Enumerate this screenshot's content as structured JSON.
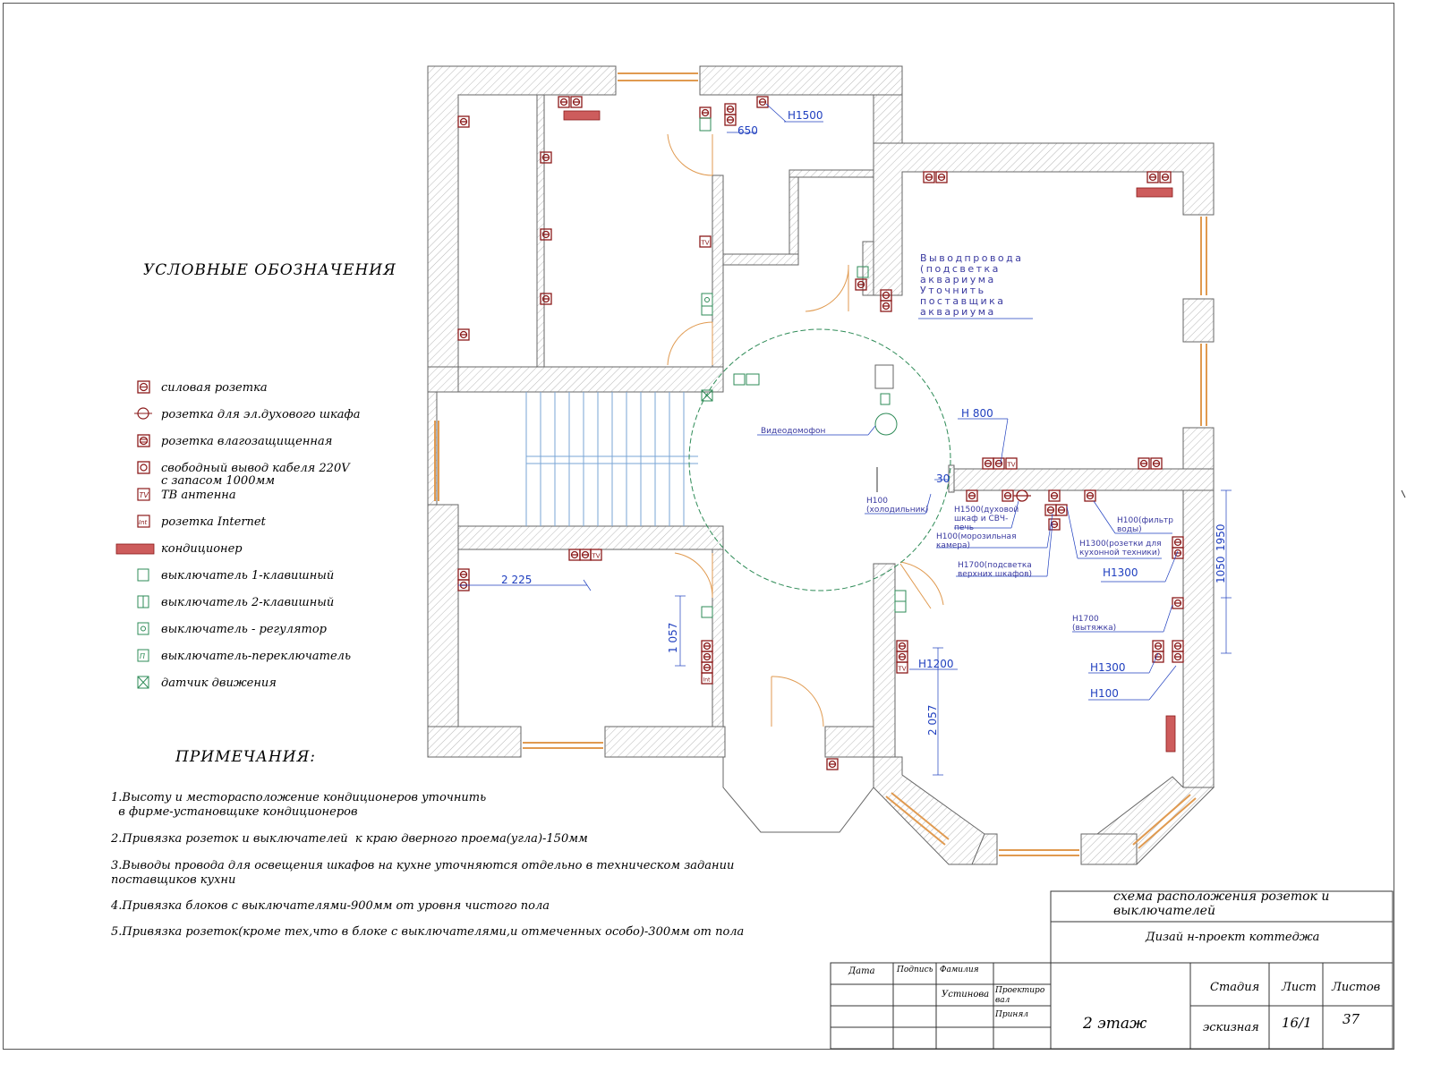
{
  "legend": {
    "title": "УСЛОВНЫЕ ОБОЗНАЧЕНИЯ",
    "items": [
      {
        "label": "силовая розетка",
        "icon": "power-socket-icon"
      },
      {
        "label": "розетка для эл.духового шкафа",
        "icon": "oven-socket-icon"
      },
      {
        "label": "розетка влагозащищенная",
        "icon": "waterproof-socket-icon"
      },
      {
        "label": "свободный  вывод кабеля 220V",
        "label2": "с запасом 1000мм",
        "icon": "cable-outlet-icon"
      },
      {
        "label": "ТВ антенна",
        "icon": "tv-antenna-icon"
      },
      {
        "label": "розетка Internet",
        "icon": "internet-socket-icon"
      },
      {
        "label": "кондиционер",
        "icon": "air-conditioner-icon"
      },
      {
        "label": "выключатель 1-клавишный",
        "icon": "switch-1-icon"
      },
      {
        "label": "выключатель 2-клавишный",
        "icon": "switch-2-icon"
      },
      {
        "label": "выключатель - регулятор",
        "icon": "dimmer-icon"
      },
      {
        "label": "выключатель-переключатель",
        "icon": "toggle-switch-icon"
      },
      {
        "label": "датчик движения",
        "icon": "motion-sensor-icon"
      }
    ]
  },
  "notes": {
    "title": "ПРИМЕЧАНИЯ:",
    "items": [
      "1.Высоту и месторасположение кондиционеров уточнить\n  в фирме-установщике кондиционеров",
      "2.Привязка розеток и выключателей  к краю дверного проема(угла)-150мм",
      "3.Выводы провода для освещения шкафов на кухне уточняются отдельно в техническом задании\nпоставщиков кухни",
      "4.Привязка блоков с выключателями-900мм от уровня чистого пола",
      "5.Привязка розеток(кроме тех,что в блоке с выключателями,и отмеченных особо)-300мм от пола"
    ]
  },
  "plan_labels": {
    "h1500_top": "Н1500",
    "dim_650": "650",
    "aquarium": [
      "Выводпровода",
      "(подсветка",
      "аквариума",
      "Уточнить",
      "поставщика",
      "аквариума"
    ],
    "intercom": "Видеодомофон",
    "h800": "Н 800",
    "dim_30": "30",
    "fridge": [
      "Н100",
      "(холодильник)"
    ],
    "oven": [
      "Н1500(духовой",
      "шкаф и СВЧ-",
      "печь"
    ],
    "freezer": [
      "Н100(морозильная",
      "камера)"
    ],
    "filter": [
      "Н100(фильтр",
      "воды)"
    ],
    "kitchen_sockets": [
      "Н1300(розетки для",
      "кухонной  техники)"
    ],
    "h1300_a": "Н1300",
    "upper_light": [
      "Н1700(подсветка",
      "верхних шкафов)"
    ],
    "hood": [
      "Н1700",
      "(вытяжка)"
    ],
    "dim_1050": "1050",
    "dim_1950": "1950",
    "h1200": "Н1200",
    "h1300_b": "Н1300",
    "h100": "Н100",
    "dim_2225": "2 225",
    "dim_1057": "1 057",
    "dim_2057": "2 057"
  },
  "title_block": {
    "drawing_title": "схема расположения розеток и выключателей",
    "project": "Дизай н-проект коттеджа",
    "col_date": "Дата",
    "col_sign": "Подпись",
    "col_name": "Фамилия",
    "designer_name": "Устинова",
    "role_designed": "Проектиро вал",
    "role_accepted": "Принял",
    "stage_label": "Стадия",
    "sheet_label": "Лист",
    "sheets_label": "Листов",
    "floor": "2 этаж",
    "stage": "эскизная",
    "sheet": "16/1",
    "sheets": "37"
  },
  "colors": {
    "wall": "#7a7a7a",
    "socket": "#8b1a1a",
    "ac": "#cd5c5c",
    "switch": "#2e8b57",
    "window": "#e09a50",
    "dim": "#1f3fbf",
    "annotation": "#3a3aa0"
  }
}
